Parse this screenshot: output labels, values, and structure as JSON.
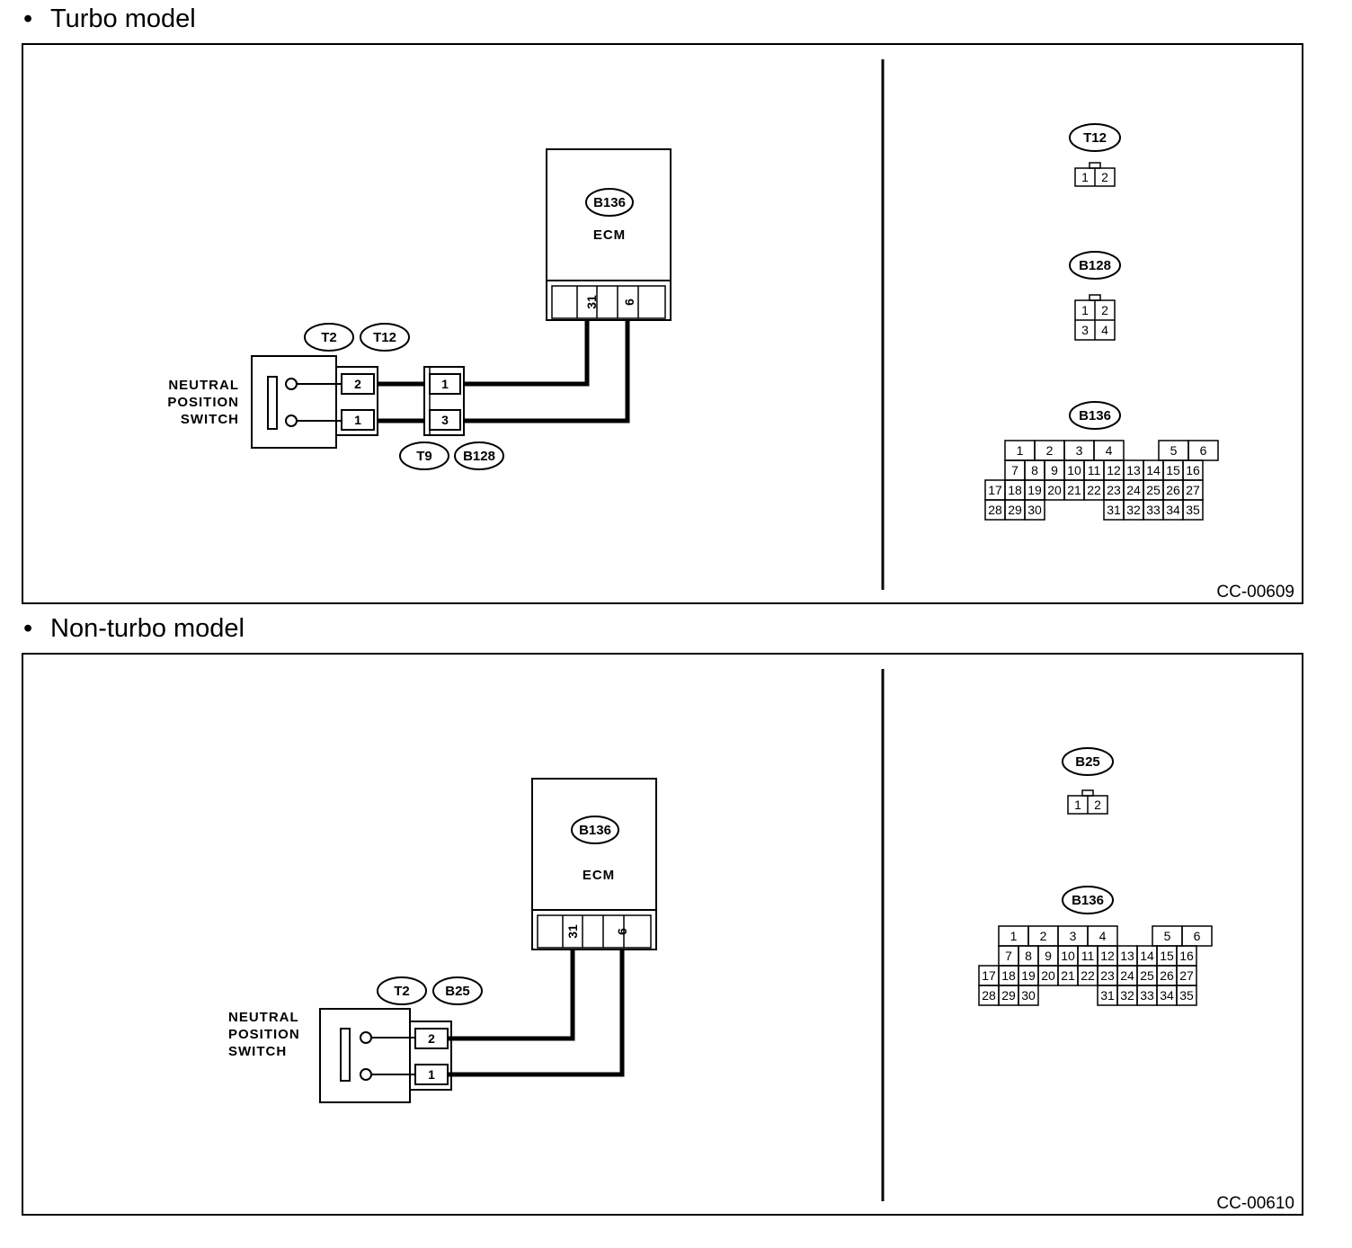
{
  "turbo": {
    "heading": "Turbo model",
    "code": "CC-00609",
    "ecm_tag": "B136",
    "ecm_label": "ECM",
    "ecm_pin_a": "31",
    "ecm_pin_b": "6",
    "switch_label_1": "NEUTRAL",
    "switch_label_2": "POSITION",
    "switch_label_3": "SWITCH",
    "tag_t2": "T2",
    "tag_t12": "T12",
    "tag_t9": "T9",
    "tag_b128": "B128",
    "switch_pin_2": "2",
    "switch_pin_1": "1",
    "inline_pin_1": "1",
    "inline_pin_3": "3",
    "conn_t12": {
      "tag": "T12",
      "pins": [
        "1",
        "2"
      ]
    },
    "conn_b128": {
      "tag": "B128",
      "pins": [
        "1",
        "2",
        "3",
        "4"
      ]
    },
    "conn_b136": {
      "tag": "B136"
    }
  },
  "nonturbo": {
    "heading": "Non-turbo model",
    "code": "CC-00610",
    "ecm_tag": "B136",
    "ecm_label": "ECM",
    "ecm_pin_a": "31",
    "ecm_pin_b": "6",
    "switch_label_1": "NEUTRAL",
    "switch_label_2": "POSITION",
    "switch_label_3": "SWITCH",
    "tag_t2": "T2",
    "tag_b25": "B25",
    "switch_pin_2": "2",
    "switch_pin_1": "1",
    "conn_b25": {
      "tag": "B25",
      "pins": [
        "1",
        "2"
      ]
    },
    "conn_b136": {
      "tag": "B136"
    }
  },
  "b136_pins": {
    "row1": [
      "1",
      "2",
      "3",
      "4",
      "",
      "5",
      "6"
    ],
    "row2": [
      "7",
      "8",
      "9",
      "10",
      "11",
      "12",
      "13",
      "14",
      "15",
      "16"
    ],
    "row3": [
      "17",
      "18",
      "19",
      "20",
      "21",
      "22",
      "23",
      "24",
      "25",
      "26",
      "27"
    ],
    "row4": [
      "28",
      "29",
      "30",
      "31",
      "32",
      "33",
      "34",
      "35"
    ]
  }
}
